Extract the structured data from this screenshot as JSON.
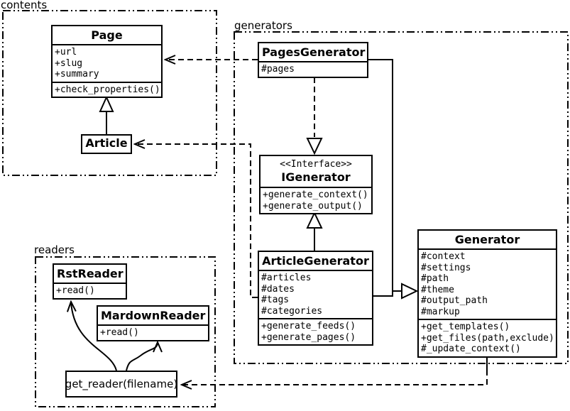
{
  "diagram": {
    "colors": {
      "stroke": "#000000",
      "background": "#ffffff"
    },
    "packages": [
      {
        "id": "contents",
        "label": "contents"
      },
      {
        "id": "generators",
        "label": "generators"
      },
      {
        "id": "readers",
        "label": "readers"
      }
    ],
    "classes": {
      "page": {
        "title": "Page",
        "attributes": [
          "+url",
          "+slug",
          "+summary"
        ],
        "methods": [
          "+check_properties()"
        ]
      },
      "article": {
        "title": "Article"
      },
      "pagesGenerator": {
        "title": "PagesGenerator",
        "attributes": [
          "#pages"
        ]
      },
      "iGenerator": {
        "stereotype": "<<Interface>>",
        "title": "IGenerator",
        "methods": [
          "+generate_context()",
          "+generate_output()"
        ]
      },
      "articleGenerator": {
        "title": "ArticleGenerator",
        "attributes": [
          "#articles",
          "#dates",
          "#tags",
          "#categories"
        ],
        "methods": [
          "+generate_feeds()",
          "+generate_pages()"
        ]
      },
      "generator": {
        "title": "Generator",
        "attributes": [
          "#context",
          "#settings",
          "#path",
          "#theme",
          "#output_path",
          "#markup"
        ],
        "methods": [
          "+get_templates()",
          "+get_files(path,exclude)",
          "#_update_context()"
        ]
      },
      "rstReader": {
        "title": "RstReader",
        "methods": [
          "+read()"
        ]
      },
      "mardownReader": {
        "title": "MardownReader",
        "methods": [
          "+read()"
        ]
      },
      "getReader": {
        "title": "get_reader(filename)"
      }
    },
    "relationships": [
      {
        "from": "Article",
        "to": "Page",
        "type": "generalization"
      },
      {
        "from": "PagesGenerator",
        "to": "IGenerator",
        "type": "realization"
      },
      {
        "from": "ArticleGenerator",
        "to": "IGenerator",
        "type": "generalization"
      },
      {
        "from": "PagesGenerator",
        "to": "Generator",
        "type": "generalization"
      },
      {
        "from": "ArticleGenerator",
        "to": "Generator",
        "type": "generalization"
      },
      {
        "from": "PagesGenerator",
        "to": "Page",
        "type": "dependency"
      },
      {
        "from": "ArticleGenerator",
        "to": "Article",
        "type": "dependency"
      },
      {
        "from": "Generator",
        "to": "get_reader(filename)",
        "type": "dependency"
      },
      {
        "from": "get_reader(filename)",
        "to": "RstReader",
        "type": "association"
      },
      {
        "from": "get_reader(filename)",
        "to": "MardownReader",
        "type": "association"
      }
    ]
  }
}
